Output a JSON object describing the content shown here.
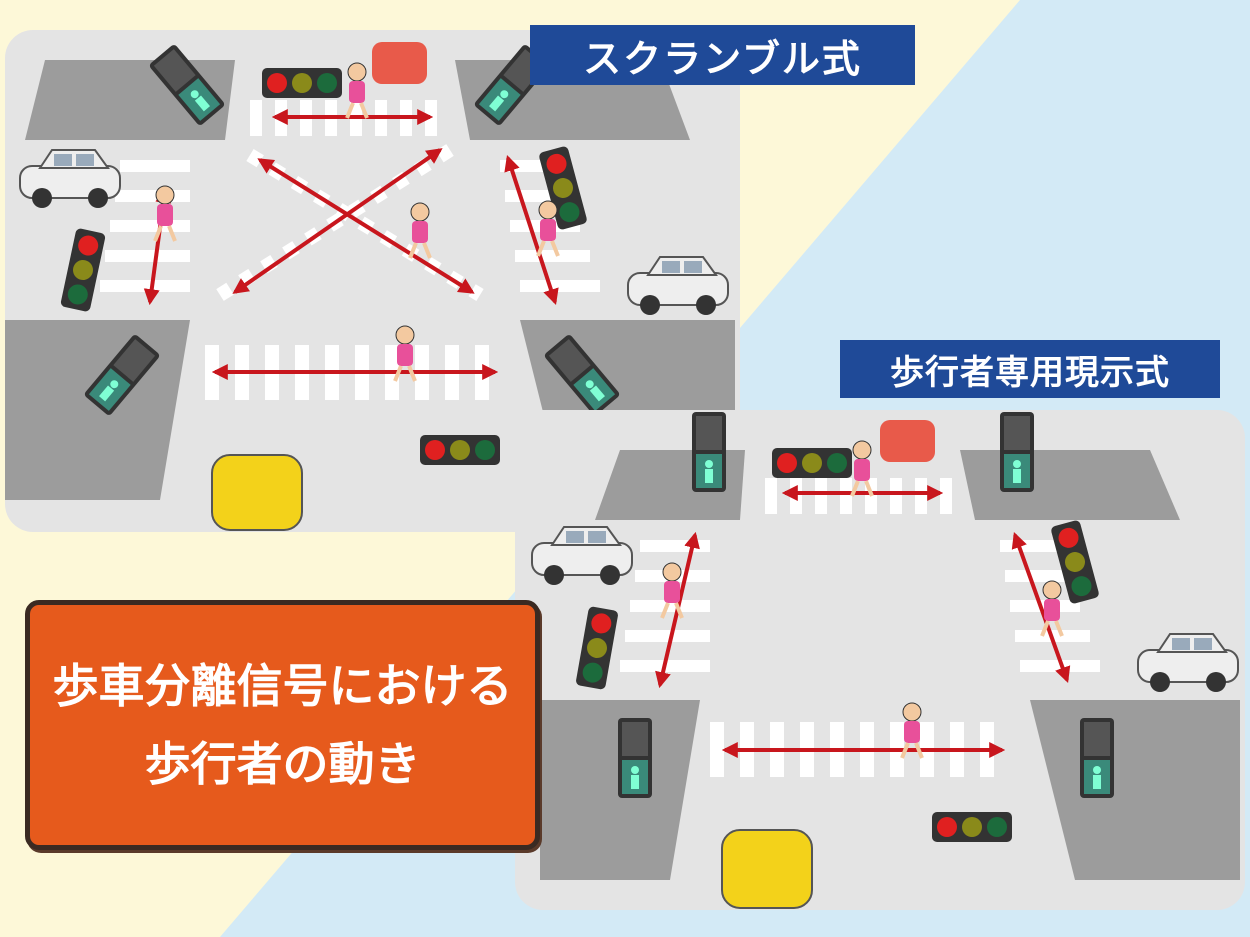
{
  "labels": {
    "scramble": "スクランブル式",
    "pedestrian_exclusive": "歩行者専用現示式"
  },
  "title": {
    "line1": "歩車分離信号における",
    "line2": "歩行者の動き"
  },
  "colors": {
    "label_bg": "#1f4a98",
    "title_bg": "#e65a1c",
    "arrow": "#c8161d",
    "road": "#e4e4e4",
    "bg_cream": "#fdf8d8",
    "bg_blue": "#d3eaf6"
  }
}
